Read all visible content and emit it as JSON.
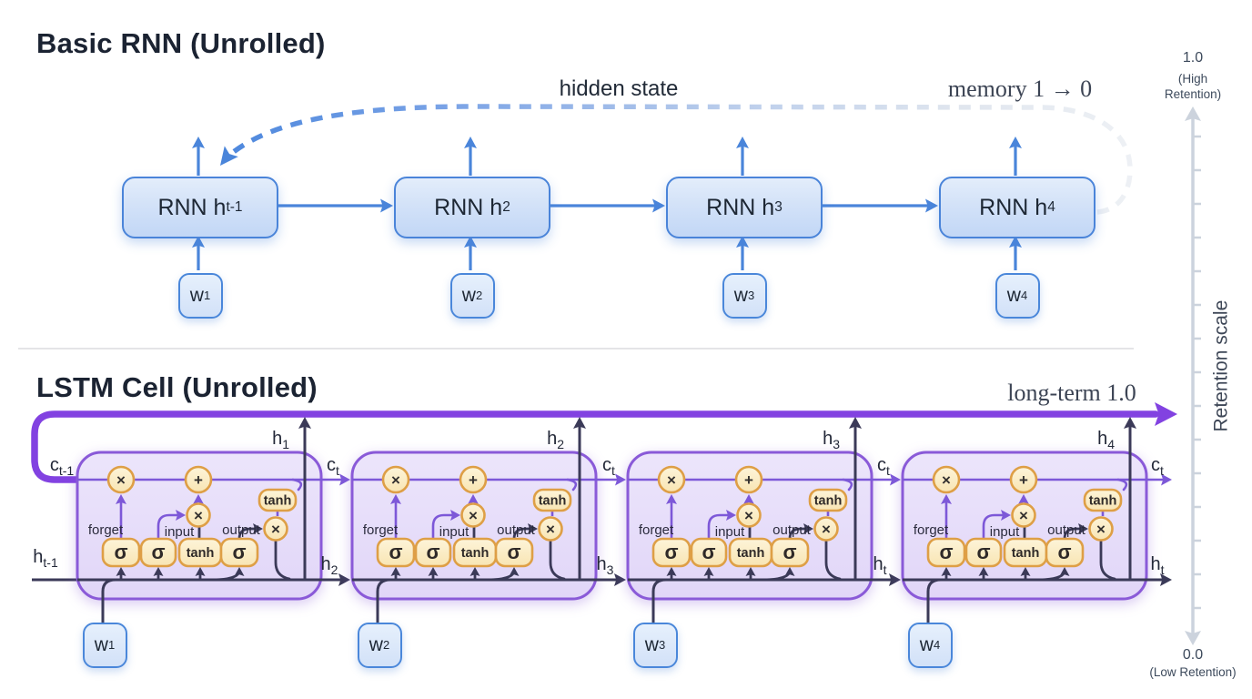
{
  "rnn": {
    "title": "Basic RNN (Unrolled)",
    "hidden_state_label": "hidden state",
    "memory_label": "memory 1 → 0",
    "boxes": [
      {
        "text": "RNN h",
        "sub": "t-1"
      },
      {
        "text": "RNN h",
        "sub": "2"
      },
      {
        "text": "RNN h",
        "sub": "3"
      },
      {
        "text": "RNN h",
        "sub": "4"
      }
    ],
    "inputs": [
      {
        "text": "w",
        "sub": "1"
      },
      {
        "text": "w",
        "sub": "2"
      },
      {
        "text": "w",
        "sub": "3"
      },
      {
        "text": "w",
        "sub": "4"
      }
    ]
  },
  "lstm": {
    "title": "LSTM Cell (Unrolled)",
    "longterm_label": "long-term 1.0",
    "cell_state_labels": [
      {
        "text": "c",
        "sub": "t-1"
      },
      {
        "text": "c",
        "sub": "t"
      },
      {
        "text": "c",
        "sub": "t"
      },
      {
        "text": "c",
        "sub": "t"
      },
      {
        "text": "c",
        "sub": "t"
      }
    ],
    "hidden_labels": [
      {
        "text": "h",
        "sub": "t-1"
      },
      {
        "text": "h",
        "sub": "2"
      },
      {
        "text": "h",
        "sub": "3"
      },
      {
        "text": "h",
        "sub": "t"
      },
      {
        "text": "h",
        "sub": "t"
      }
    ],
    "output_labels": [
      {
        "text": "h",
        "sub": "1"
      },
      {
        "text": "h",
        "sub": "2"
      },
      {
        "text": "h",
        "sub": "3"
      },
      {
        "text": "h",
        "sub": "4"
      }
    ],
    "inputs": [
      {
        "text": "w",
        "sub": "1"
      },
      {
        "text": "w",
        "sub": "2"
      },
      {
        "text": "w",
        "sub": "3"
      },
      {
        "text": "w",
        "sub": "4"
      }
    ],
    "gate_labels": {
      "forget": "forget",
      "input": "input",
      "output": "output"
    },
    "op_labels": {
      "sigma": "σ",
      "tanh": "tanh",
      "multiply": "×",
      "add": "+"
    }
  },
  "scale": {
    "top_value": "1.0",
    "top_caption_line1": "(High",
    "top_caption_line2": "Retention)",
    "bottom_value": "0.0",
    "bottom_caption": "(Low Retention)",
    "axis_label": "Retention scale"
  },
  "colors": {
    "blue_accent": "#4a85da",
    "purple_accent": "#8a5ad8",
    "purple_inner": "#7d58d8",
    "purple_thick": "#8242e1",
    "cell_fill": "#e8e0fa",
    "orange_border": "#de9f46",
    "orange_fill": "#fdf4d9",
    "orange_fill_dark": "#f8e5b3",
    "dark_line": "#3b3a58",
    "dashed_fade_start": "#4c87dd",
    "dashed_fade_end": "#eef1f5",
    "scale_gray": "#ccd3dd"
  }
}
